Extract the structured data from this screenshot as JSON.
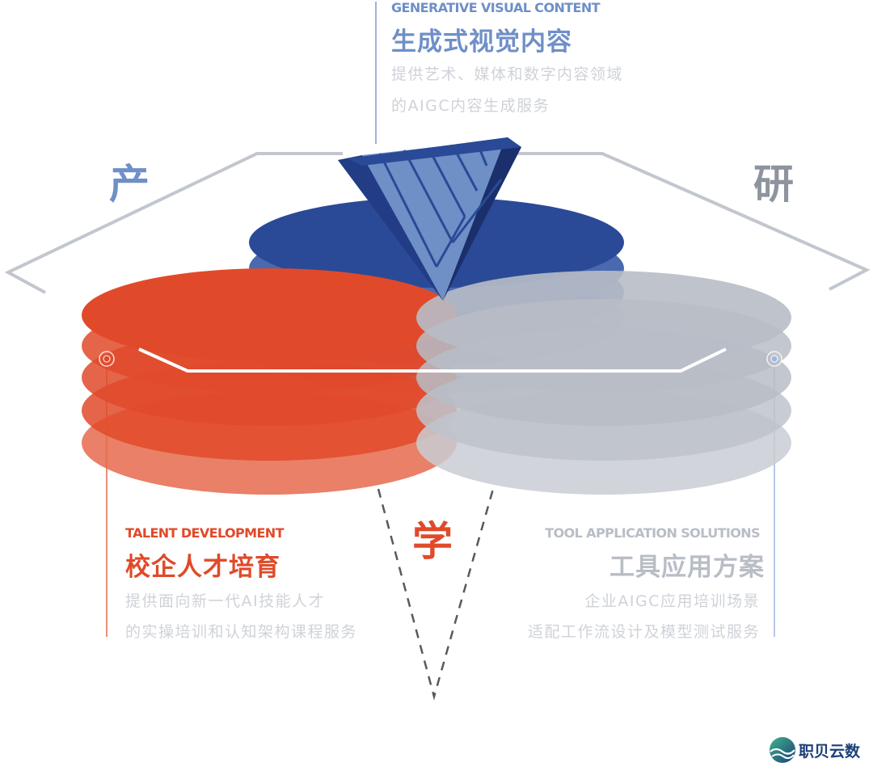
{
  "colors": {
    "blue": "#2a4a97",
    "blue_light": "#6f8fc7",
    "red": "#e04a2a",
    "gray": "#b8bdc6",
    "gray_text": "#8e949d",
    "line": "#c2c6ce",
    "desc": "#cfd2d8"
  },
  "corners": {
    "production": "产",
    "research": "研",
    "study": "学"
  },
  "sections": {
    "visual": {
      "en": "GENERATIVE VISUAL CONTENT",
      "title": "生成式视觉内容",
      "desc1": "提供艺术、媒体和数字内容领域",
      "desc2": "的AIGC内容生成服务"
    },
    "talent": {
      "en": "TALENT DEVELOPMENT",
      "title": "校企人才培育",
      "desc1": "提供面向新一代AI技能人才",
      "desc2": "的实操培训和认知架构课程服务"
    },
    "tool": {
      "en": "TOOL APPLICATION SOLUTIONS",
      "title": "工具应用方案",
      "desc1": "企业AIGC应用培训场景",
      "desc2": "适配工作流设计及模型测试服务"
    }
  },
  "logo": {
    "text": "职贝云数",
    "icon": "wave-globe-icon"
  }
}
